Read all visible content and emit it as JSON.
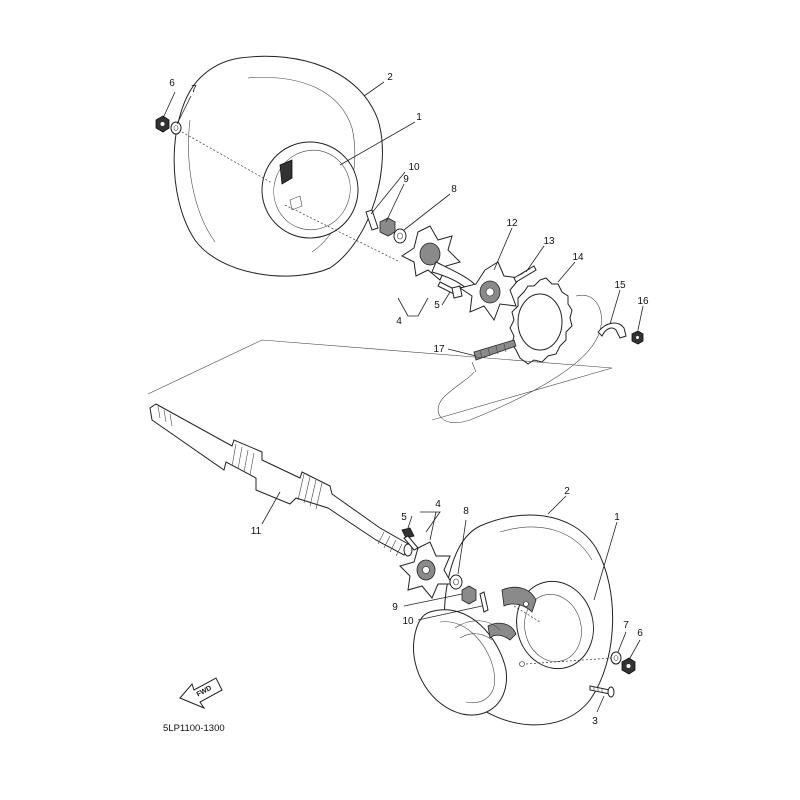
{
  "diagram": {
    "code": "5LP1100-1300",
    "fwd_label": "FWD",
    "callouts": {
      "upper": {
        "n1": "1",
        "n2": "2",
        "n4": "4",
        "n5": "5",
        "n6": "6",
        "n7": "7",
        "n8": "8",
        "n9": "9",
        "n10": "10",
        "n12": "12",
        "n13": "13",
        "n14": "14",
        "n15": "15",
        "n16": "16",
        "n17": "17"
      },
      "middle": {
        "n11": "11"
      },
      "lower": {
        "n1": "1",
        "n2": "2",
        "n3": "3",
        "n4": "4",
        "n5": "5",
        "n6": "6",
        "n7": "7",
        "n8": "8",
        "n9": "9",
        "n10": "10"
      }
    }
  }
}
